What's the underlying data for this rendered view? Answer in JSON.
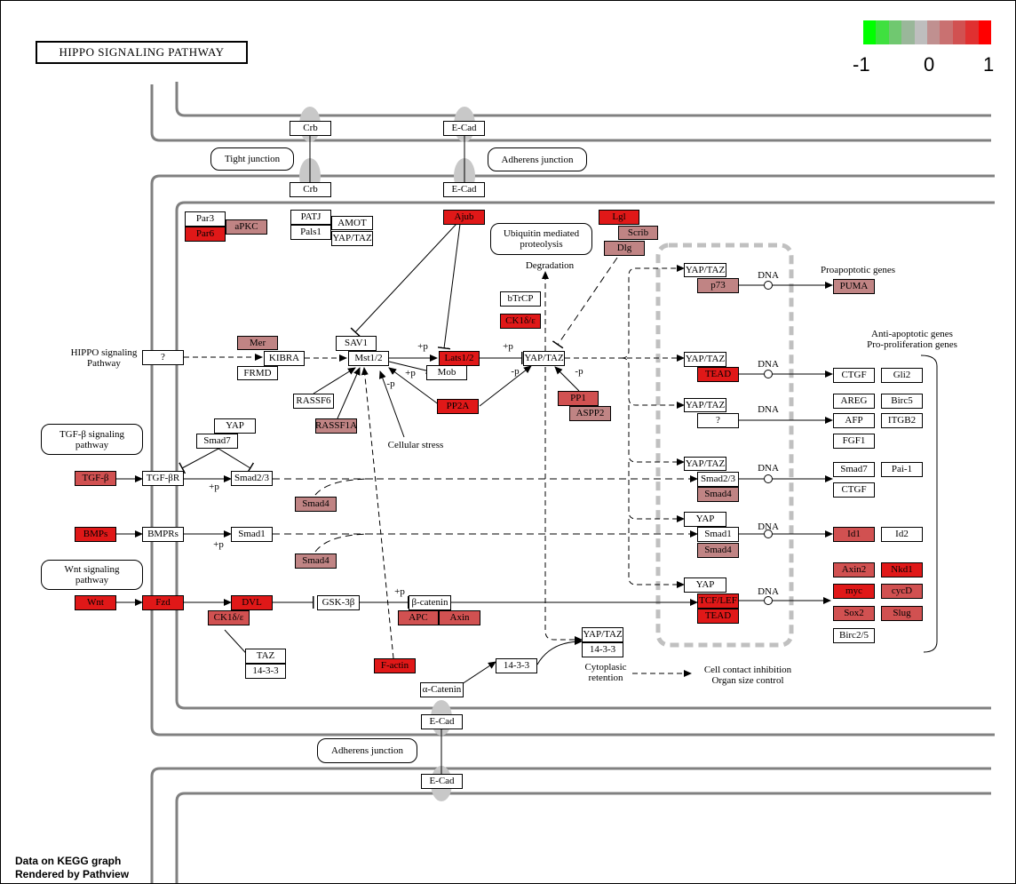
{
  "title": "HIPPO SIGNALING PATHWAY",
  "legend": {
    "colors": [
      "#00ff00",
      "#3fe03f",
      "#70c870",
      "#9ab79a",
      "#bebebe",
      "#c09090",
      "#c97171",
      "#d15151",
      "#e03030",
      "#ff0000"
    ],
    "labels": [
      "-1",
      "0",
      "1"
    ]
  },
  "footer": {
    "line1": "Data on KEGG graph",
    "line2": "Rendered by Pathview"
  },
  "nodes": [
    {
      "id": "crb1",
      "text": "Crb",
      "c": ""
    },
    {
      "id": "crb2",
      "text": "Crb",
      "c": ""
    },
    {
      "id": "ecad1",
      "text": "E-Cad",
      "c": ""
    },
    {
      "id": "ecad2",
      "text": "E-Cad",
      "c": ""
    },
    {
      "id": "par3",
      "text": "Par3",
      "c": ""
    },
    {
      "id": "par6",
      "text": "Par6",
      "c": "c2"
    },
    {
      "id": "apkc",
      "text": "aPKC",
      "c": "c0"
    },
    {
      "id": "patj",
      "text": "PATJ",
      "c": ""
    },
    {
      "id": "amot",
      "text": "AMOT",
      "c": ""
    },
    {
      "id": "pals1",
      "text": "Pals1",
      "c": ""
    },
    {
      "id": "yaptaz0",
      "text": "YAP/TAZ",
      "c": ""
    },
    {
      "id": "ajub",
      "text": "Ajub",
      "c": "c2"
    },
    {
      "id": "lgl",
      "text": "Lgl",
      "c": "c2"
    },
    {
      "id": "scrib",
      "text": "Scrib",
      "c": "c0"
    },
    {
      "id": "dlg",
      "text": "Dlg",
      "c": "c0"
    },
    {
      "id": "btrcp",
      "text": "bTrCP",
      "c": ""
    },
    {
      "id": "ck1a",
      "text": "CK1δ/ε",
      "c": "c2"
    },
    {
      "id": "q1",
      "text": "?",
      "c": ""
    },
    {
      "id": "mer",
      "text": "Mer",
      "c": "c0"
    },
    {
      "id": "kibra",
      "text": "KIBRA",
      "c": ""
    },
    {
      "id": "frmd",
      "text": "FRMD",
      "c": ""
    },
    {
      "id": "sav1",
      "text": "SAV1",
      "c": ""
    },
    {
      "id": "mst",
      "text": "Mst1/2",
      "c": ""
    },
    {
      "id": "lats",
      "text": "Lats1/2",
      "c": "c2"
    },
    {
      "id": "mob",
      "text": "Mob",
      "c": ""
    },
    {
      "id": "rassf6",
      "text": "RASSF6",
      "c": ""
    },
    {
      "id": "rassf1a",
      "text": "RASSF1A",
      "c": "c0"
    },
    {
      "id": "pp2a",
      "text": "PP2A",
      "c": "c2"
    },
    {
      "id": "yaptaz1",
      "text": "YAP/TAZ",
      "c": ""
    },
    {
      "id": "pp1",
      "text": "PP1",
      "c": "c1"
    },
    {
      "id": "aspp2",
      "text": "ASPP2",
      "c": "c0"
    },
    {
      "id": "yap1",
      "text": "YAP",
      "c": ""
    },
    {
      "id": "smad7a",
      "text": "Smad7",
      "c": ""
    },
    {
      "id": "tgfb",
      "text": "TGF-β",
      "c": "c1"
    },
    {
      "id": "tgfbr",
      "text": "TGF-βR",
      "c": ""
    },
    {
      "id": "smad23a",
      "text": "Smad2/3",
      "c": ""
    },
    {
      "id": "smad4a",
      "text": "Smad4",
      "c": "c0"
    },
    {
      "id": "bmps",
      "text": "BMPs",
      "c": "c2"
    },
    {
      "id": "bmprs",
      "text": "BMPRs",
      "c": ""
    },
    {
      "id": "smad1a",
      "text": "Smad1",
      "c": ""
    },
    {
      "id": "smad4b",
      "text": "Smad4",
      "c": "c0"
    },
    {
      "id": "wnt",
      "text": "Wnt",
      "c": "c2"
    },
    {
      "id": "fzd",
      "text": "Fzd",
      "c": "c2"
    },
    {
      "id": "dvl",
      "text": "DVL",
      "c": "c2"
    },
    {
      "id": "ck1b",
      "text": "CK1δ/ε",
      "c": "c1"
    },
    {
      "id": "gsk3b",
      "text": "GSK-3β",
      "c": ""
    },
    {
      "id": "bcat",
      "text": "β-catenin",
      "c": ""
    },
    {
      "id": "apc",
      "text": "APC",
      "c": "c1"
    },
    {
      "id": "axin",
      "text": "Axin",
      "c": "c1"
    },
    {
      "id": "taz",
      "text": "TAZ",
      "c": ""
    },
    {
      "id": "p1433a",
      "text": "14-3-3",
      "c": ""
    },
    {
      "id": "factin",
      "text": "F-actin",
      "c": "c2"
    },
    {
      "id": "acat",
      "text": "α-Catenin",
      "c": ""
    },
    {
      "id": "p1433b",
      "text": "14-3-3",
      "c": ""
    },
    {
      "id": "yaptaz2",
      "text": "YAP/TAZ",
      "c": ""
    },
    {
      "id": "p1433c",
      "text": "14-3-3",
      "c": ""
    },
    {
      "id": "ecad3",
      "text": "E-Cad",
      "c": ""
    },
    {
      "id": "ecad4",
      "text": "E-Cad",
      "c": ""
    },
    {
      "id": "n_yt1",
      "text": "YAP/TAZ",
      "c": ""
    },
    {
      "id": "p73",
      "text": "p73",
      "c": "c0"
    },
    {
      "id": "n_yt2",
      "text": "YAP/TAZ",
      "c": ""
    },
    {
      "id": "tead1",
      "text": "TEAD",
      "c": "c2"
    },
    {
      "id": "n_yt3",
      "text": "YAP/TAZ",
      "c": ""
    },
    {
      "id": "q2",
      "text": "?",
      "c": ""
    },
    {
      "id": "n_yt4",
      "text": "YAP/TAZ",
      "c": ""
    },
    {
      "id": "n_smad23",
      "text": "Smad2/3",
      "c": ""
    },
    {
      "id": "n_smad4a",
      "text": "Smad4",
      "c": "c0"
    },
    {
      "id": "n_yap2",
      "text": "YAP",
      "c": ""
    },
    {
      "id": "n_smad1",
      "text": "Smad1",
      "c": ""
    },
    {
      "id": "n_smad4b",
      "text": "Smad4",
      "c": "c0"
    },
    {
      "id": "n_yap3",
      "text": "YAP",
      "c": ""
    },
    {
      "id": "tcflef",
      "text": "TCF/LEF",
      "c": "c2"
    },
    {
      "id": "tead2",
      "text": "TEAD",
      "c": "c2"
    },
    {
      "id": "puma",
      "text": "PUMA",
      "c": "c0"
    },
    {
      "id": "ctgf1",
      "text": "CTGF",
      "c": ""
    },
    {
      "id": "gli2",
      "text": "Gli2",
      "c": ""
    },
    {
      "id": "areg",
      "text": "AREG",
      "c": ""
    },
    {
      "id": "birc5",
      "text": "Birc5",
      "c": ""
    },
    {
      "id": "afp",
      "text": "AFP",
      "c": ""
    },
    {
      "id": "itgb2",
      "text": "ITGB2",
      "c": ""
    },
    {
      "id": "fgf1",
      "text": "FGF1",
      "c": ""
    },
    {
      "id": "smad7b",
      "text": "Smad7",
      "c": ""
    },
    {
      "id": "pai1",
      "text": "Pai-1",
      "c": ""
    },
    {
      "id": "ctgf2",
      "text": "CTGF",
      "c": ""
    },
    {
      "id": "id1",
      "text": "Id1",
      "c": "c1"
    },
    {
      "id": "id2",
      "text": "Id2",
      "c": ""
    },
    {
      "id": "axin2",
      "text": "Axin2",
      "c": "c1"
    },
    {
      "id": "nkd1",
      "text": "Nkd1",
      "c": "c2"
    },
    {
      "id": "myc",
      "text": "myc",
      "c": "c2"
    },
    {
      "id": "cycd",
      "text": "cycD",
      "c": "c1"
    },
    {
      "id": "sox2",
      "text": "Sox2",
      "c": "c1"
    },
    {
      "id": "slug",
      "text": "Slug",
      "c": "c1"
    },
    {
      "id": "birc25",
      "text": "Birc2/5",
      "c": ""
    }
  ],
  "rounded": [
    {
      "id": "tight",
      "text": "Tight junction"
    },
    {
      "id": "adherens1",
      "text": "Adherens junction"
    },
    {
      "id": "ubiq",
      "text": "Ubiquitin mediated\nproteolysis"
    },
    {
      "id": "tgfpath",
      "text": "TGF-β signaling\npathway"
    },
    {
      "id": "wntpath",
      "text": "Wnt signaling\npathway"
    },
    {
      "id": "adherens2",
      "text": "Adherens junction"
    }
  ],
  "labels": [
    {
      "id": "hippo",
      "text": "HIPPO signaling\nPathway"
    },
    {
      "id": "degradation",
      "text": "Degradation"
    },
    {
      "id": "cellstress",
      "text": "Cellular stress"
    },
    {
      "id": "p1",
      "text": "+p"
    },
    {
      "id": "p2",
      "text": "+p"
    },
    {
      "id": "p3",
      "text": "+p"
    },
    {
      "id": "p4",
      "text": "-p"
    },
    {
      "id": "p5",
      "text": "-p"
    },
    {
      "id": "p6",
      "text": "-p"
    },
    {
      "id": "p7",
      "text": "+p"
    },
    {
      "id": "p8",
      "text": "+p"
    },
    {
      "id": "p9",
      "text": "+p"
    },
    {
      "id": "dna1",
      "text": "DNA"
    },
    {
      "id": "dna2",
      "text": "DNA"
    },
    {
      "id": "dna3",
      "text": "DNA"
    },
    {
      "id": "dna4",
      "text": "DNA"
    },
    {
      "id": "dna5",
      "text": "DNA"
    },
    {
      "id": "dna6",
      "text": "DNA"
    },
    {
      "id": "proapop",
      "text": "Proapoptotic genes"
    },
    {
      "id": "antiapop",
      "text": "Anti-apoptotic genes\nPro-proliferation genes"
    },
    {
      "id": "cytoret",
      "text": "Cytoplasic\nretention"
    },
    {
      "id": "contact",
      "text": "Cell contact inhibition\nOrgan size control"
    }
  ]
}
